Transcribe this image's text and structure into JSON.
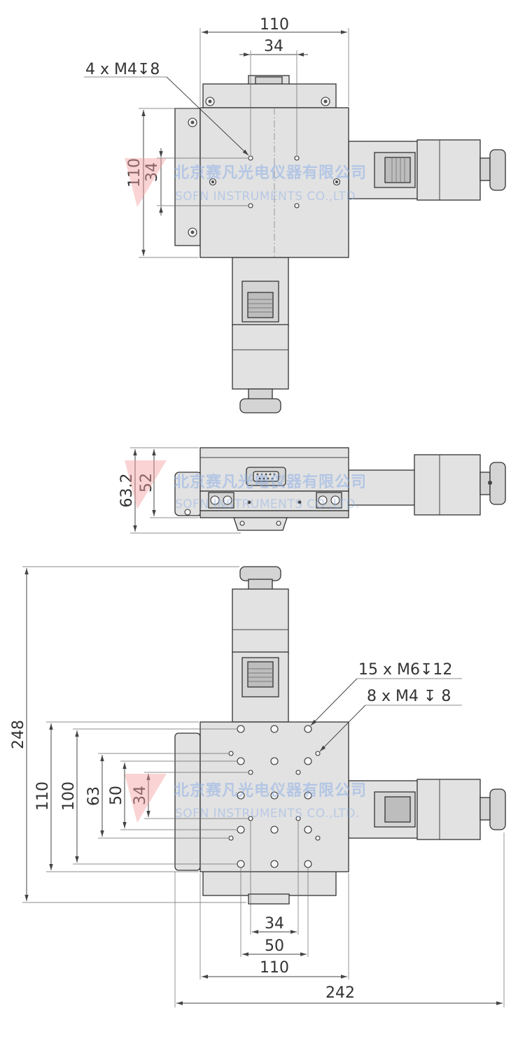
{
  "watermark": {
    "cn": "北京赛凡光电仪器有限公司",
    "en": "SOFN INSTRUMENTS CO.,LTD."
  },
  "top_view": {
    "dim_width": "110",
    "dim_hole_spacing_x": "34",
    "dim_height": "110",
    "dim_hole_spacing_y": "34",
    "callout_holes": "4 x M4↧8"
  },
  "side_view": {
    "dim_total_height": "63.2",
    "dim_body_height": "52"
  },
  "bottom_view": {
    "dim_total_height": "248",
    "dim_110": "110",
    "dim_100": "100",
    "dim_63": "63",
    "dim_50": "50",
    "dim_34": "34",
    "dim_bottom_34": "34",
    "dim_bottom_50": "50",
    "dim_bottom_110": "110",
    "dim_total_width": "242",
    "callout_m6": "15 x M6↧12",
    "callout_m4": "8 x M4 ↧ 8"
  },
  "colors": {
    "part_fill": "#e2e2e2",
    "outline": "#333333",
    "watermark": "#8fb0e6"
  }
}
